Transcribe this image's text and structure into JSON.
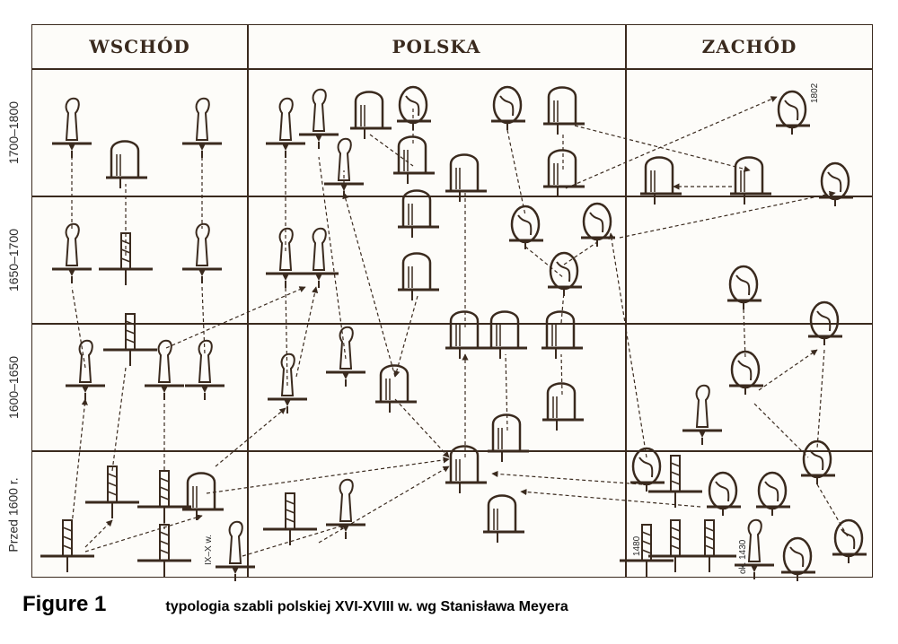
{
  "columns": [
    "WSCHÓD",
    "POLSKA",
    "ZACHÓD"
  ],
  "rows": [
    "1700–1800",
    "1650–1700",
    "1600–1650",
    "Przed 1600 r."
  ],
  "annotations": {
    "year_1802": "1802",
    "year_1480": "1480",
    "era_ix_x": "IX–X w.",
    "year_ok_1430": "ok. 1430"
  },
  "caption": {
    "figure": "Figure 1",
    "text": "typologia szabli polskiej XVI-XVIII w. wg Stanisława Meyera"
  },
  "colors": {
    "ink": "#3a2a1e",
    "paper": "#fdfcf9"
  }
}
